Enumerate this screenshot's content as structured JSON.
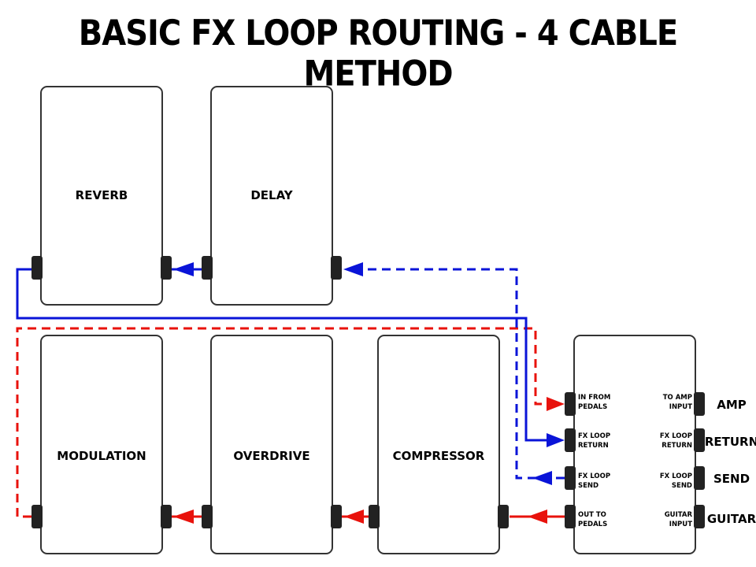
{
  "title": "BASIC FX LOOP ROUTING - 4 CABLE METHOD",
  "pedals": {
    "reverb": "REVERB",
    "delay": "DELAY",
    "modulation": "MODULATION",
    "overdrive": "OVERDRIVE",
    "compressor": "COMPRESSOR"
  },
  "switcher_jacks_left": {
    "in_from_pedals": [
      "IN FROM",
      "PEDALS"
    ],
    "fx_loop_return": [
      "FX LOOP",
      "RETURN"
    ],
    "fx_loop_send": [
      "FX LOOP",
      "SEND"
    ],
    "out_to_pedals": [
      "OUT TO",
      "PEDALS"
    ]
  },
  "switcher_jacks_right": {
    "to_amp_input": [
      "TO AMP",
      "INPUT"
    ],
    "fx_loop_return": [
      "FX LOOP",
      "RETURN"
    ],
    "fx_loop_send": [
      "FX LOOP",
      "SEND"
    ],
    "guitar_input": [
      "GUITAR",
      "INPUT"
    ]
  },
  "external_labels": {
    "amp": "AMP",
    "return": "RETURN",
    "send": "SEND",
    "guitar": "GUITAR"
  },
  "colors": {
    "red_cable": "#e8120c",
    "blue_cable": "#0a14d8",
    "outline": "#333333"
  }
}
